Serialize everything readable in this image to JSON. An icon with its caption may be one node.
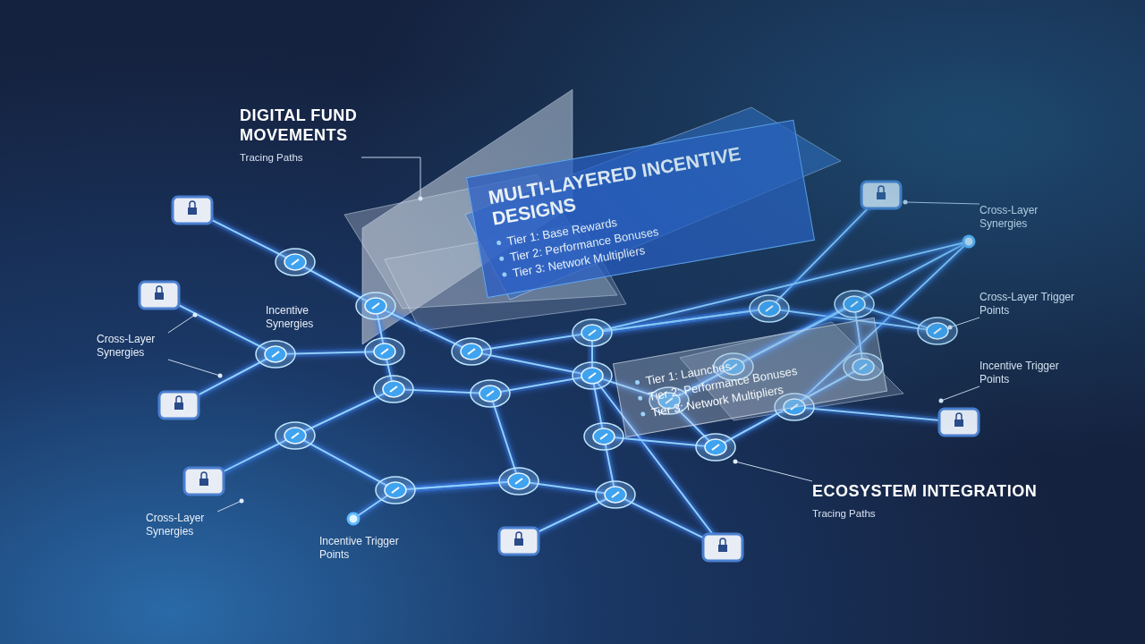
{
  "diagram": {
    "nodes": [
      {
        "text": [
          "DIGITAL FUND MOVEMENTS",
          "Tracing Paths"
        ]
      },
      {
        "text": [
          "MULTI-LAYERED INCENTIVE DESIGNS",
          "Tier 1: Base Rewards",
          "Tier 2: Performance Bonuses",
          "Tier 3: Network Multipliers"
        ]
      },
      {
        "text": [
          "Tier 1: Launches",
          "Tier 2: Performance Bonuses",
          "Tier 3: Network Multipliers"
        ]
      },
      {
        "text": [
          "Cross-Layer Synergies"
        ]
      },
      {
        "text": [
          "Cross-Layer Trigger Points"
        ]
      },
      {
        "text": [
          "Incentive Trigger Points"
        ]
      },
      {
        "text": [
          "ECOSYSTEM INTEGRATION",
          "Tracing Paths"
        ]
      },
      {
        "text": [
          "Cross-Layer Synergies"
        ]
      },
      {
        "text": [
          "Cross-Layer Synergies"
        ]
      }
    ],
    "edges": [
      {
        "from": 0,
        "to": null,
        "arrow": "none"
      },
      {
        "from": 3,
        "to": null,
        "arrow": "none"
      },
      {
        "from": 4,
        "to": null,
        "arrow": "none"
      },
      {
        "from": 5,
        "to": null,
        "arrow": "none"
      },
      {
        "from": 6,
        "to": null,
        "arrow": "none"
      },
      {
        "from": 7,
        "to": null,
        "arrow": "none"
      },
      {
        "from": 7,
        "to": null,
        "arrow": "none"
      },
      {
        "from": 8,
        "to": null,
        "arrow": "none"
      }
    ],
    "labels": [
      "Incentive Synergies",
      "Incentive Trigger Points"
    ]
  }
}
